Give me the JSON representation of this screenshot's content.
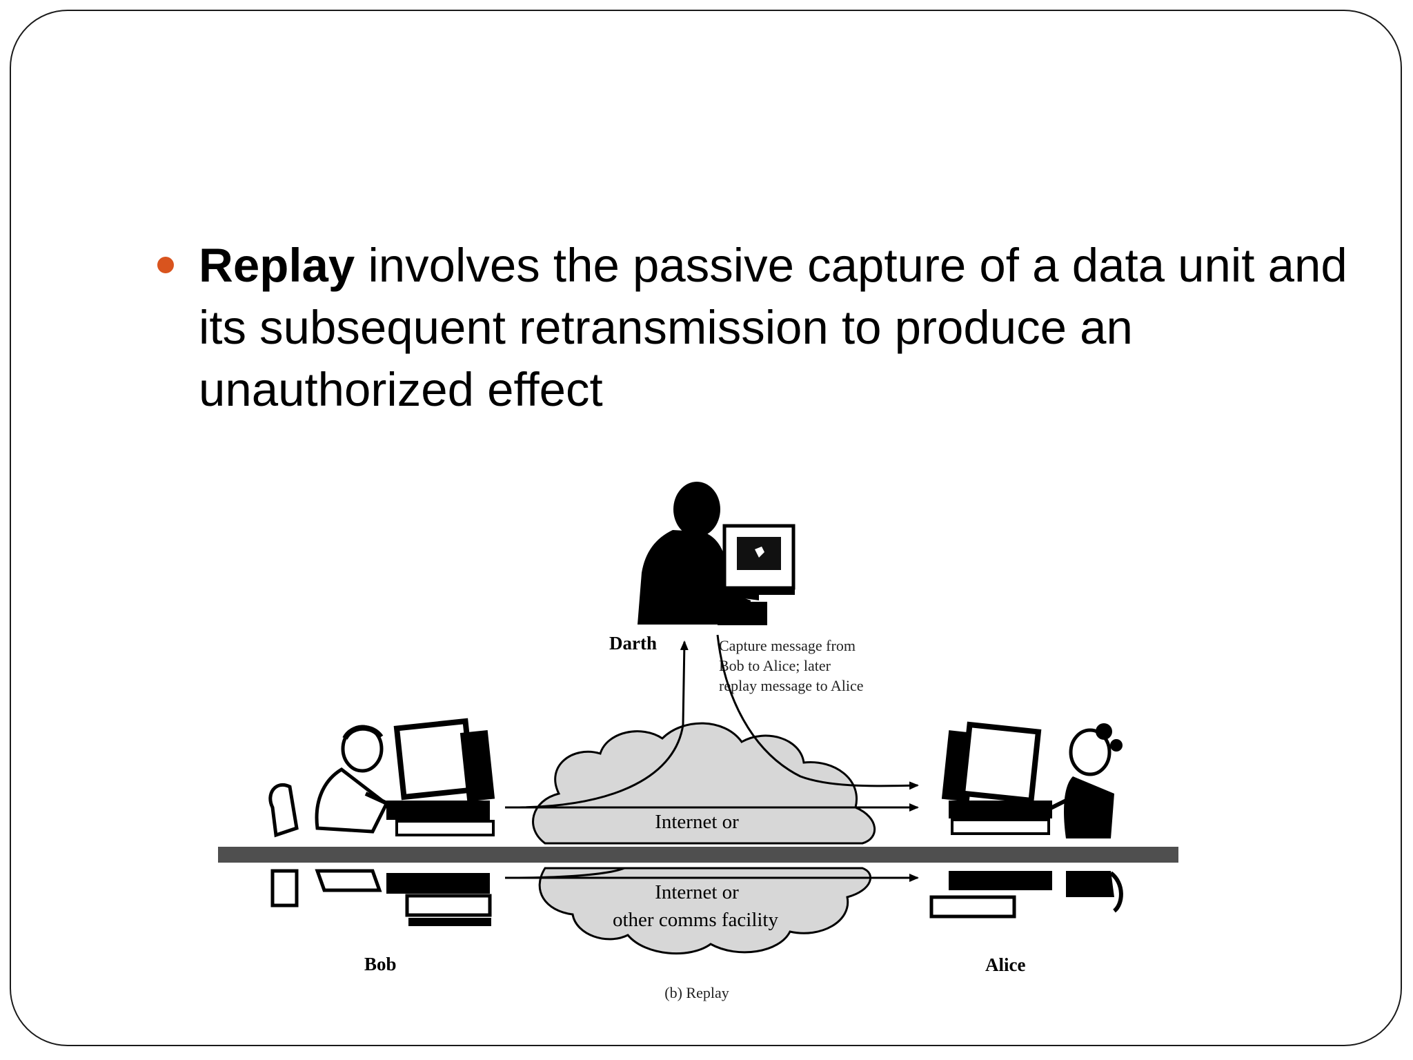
{
  "colors": {
    "bullet": "#d9541e",
    "cloud_fill": "#d7d7d7",
    "separator_bar": "#4f4f4f"
  },
  "bullet": {
    "term": "Replay",
    "rest": " involves the passive capture of a data unit and its subsequent retransmission to produce an unauthorized effect"
  },
  "diagram": {
    "darth_label": "Darth",
    "capture_note_lines": [
      "Capture message from",
      "Bob to Alice; later",
      "replay message to Alice"
    ],
    "cloud_upper_label": "Internet or",
    "cloud_lower_label_1": "Internet or",
    "cloud_lower_label_2": "other comms facility",
    "bob_label": "Bob",
    "alice_label": "Alice",
    "caption": "(b) Replay",
    "icons": [
      "darth-figure-icon",
      "bob-figure-icon",
      "alice-figure-icon",
      "network-cloud-icon"
    ]
  }
}
